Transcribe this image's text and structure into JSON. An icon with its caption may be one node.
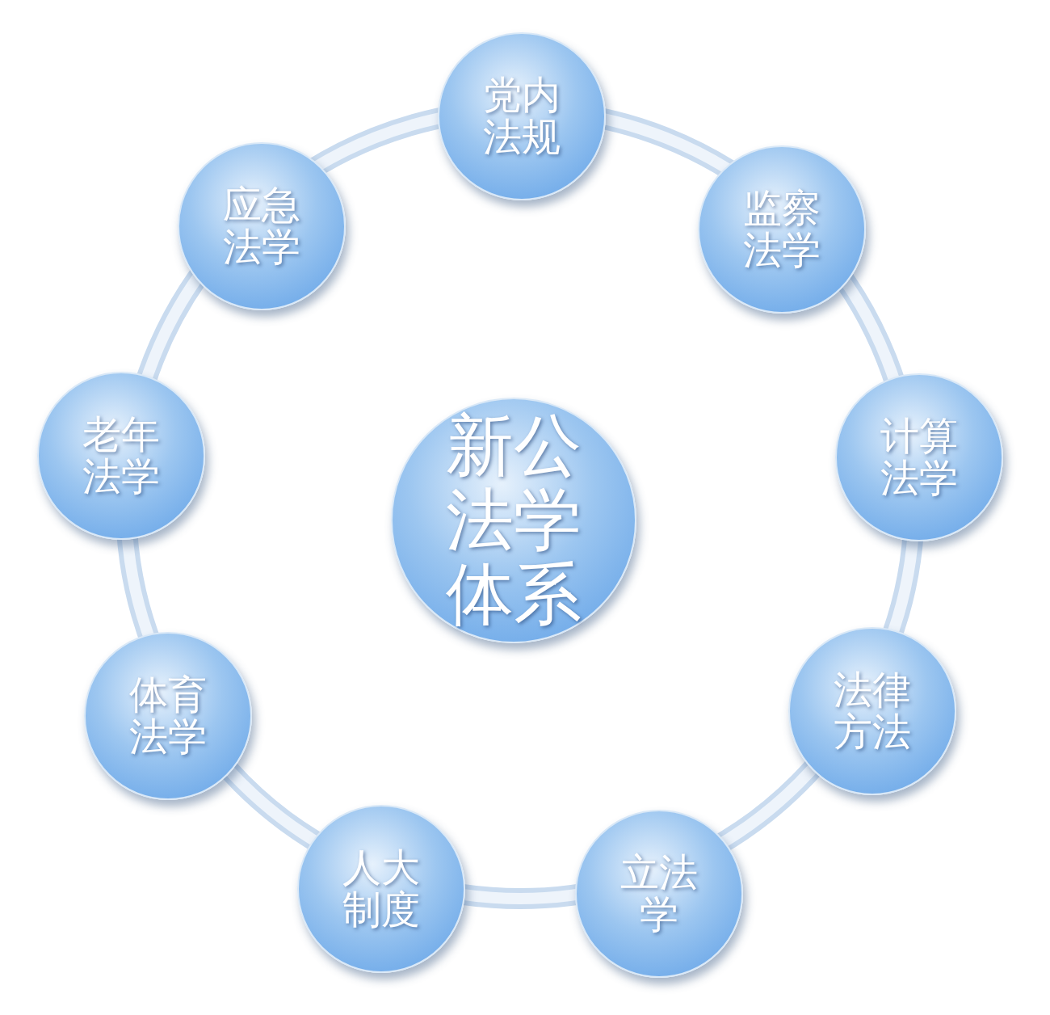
{
  "diagram": {
    "nodes": [
      {
        "text": [
          "新公法学体系"
        ]
      },
      {
        "text": [
          "党内法规"
        ]
      },
      {
        "text": [
          "监察法学"
        ]
      },
      {
        "text": [
          "计算法学"
        ]
      },
      {
        "text": [
          "法律方法"
        ]
      },
      {
        "text": [
          "立法学"
        ]
      },
      {
        "text": [
          "人大制度"
        ]
      },
      {
        "text": [
          "体育法学"
        ]
      },
      {
        "text": [
          "老年法学"
        ]
      },
      {
        "text": [
          "应急法学"
        ]
      }
    ]
  }
}
